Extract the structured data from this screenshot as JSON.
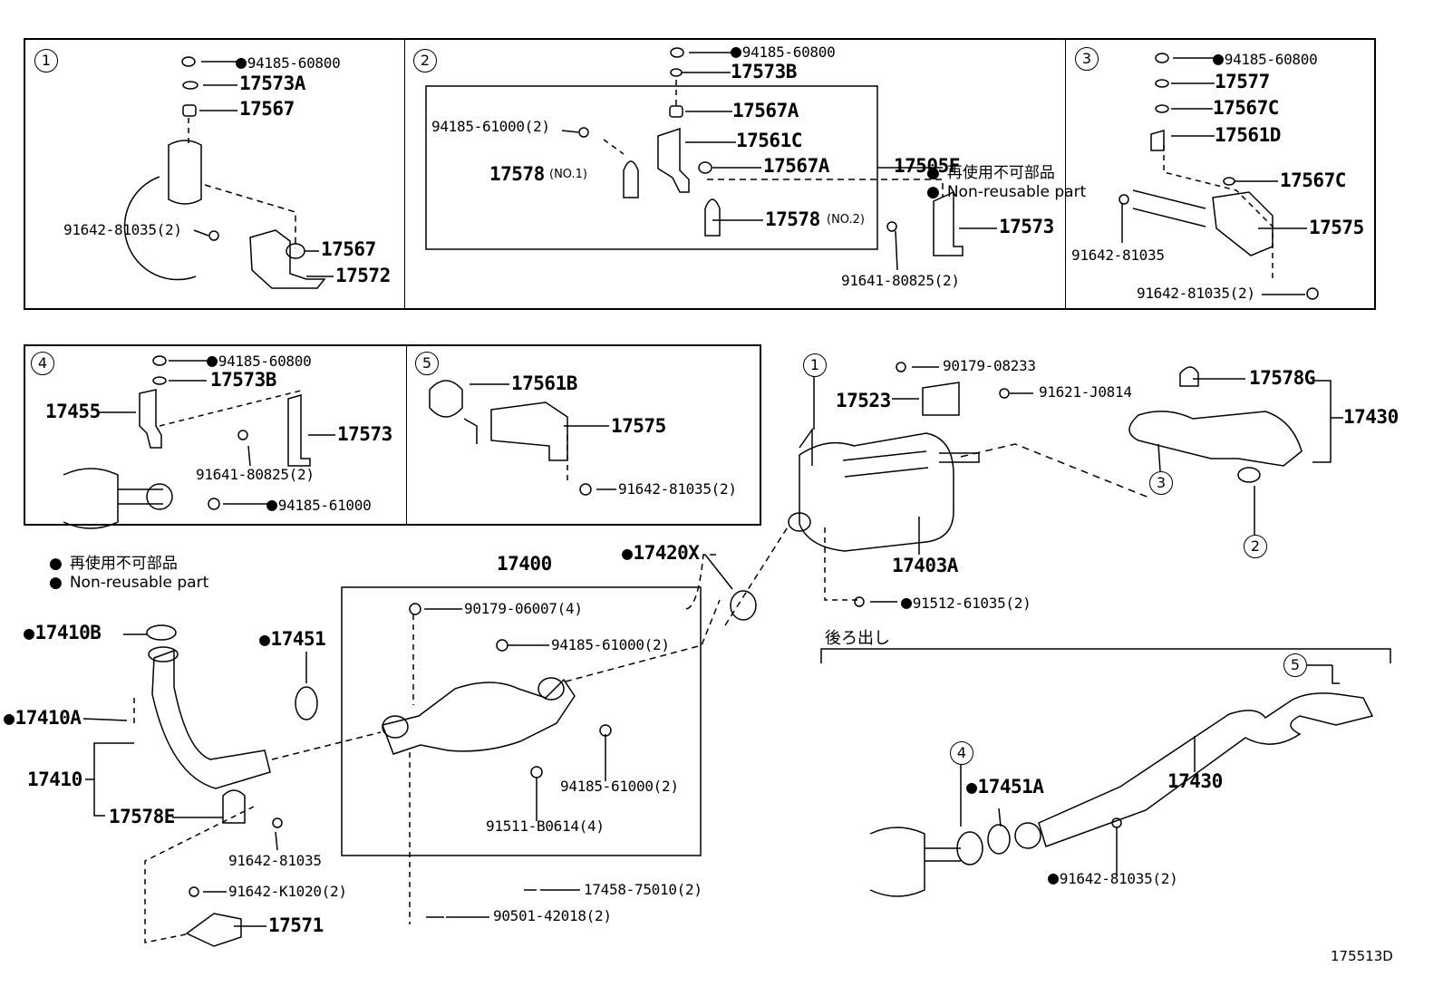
{
  "diagram_code": "175513D",
  "legend": {
    "bullet": "●",
    "japanese": "再使用不可部品",
    "english": "Non-reusable part"
  },
  "callouts": [
    "1",
    "2",
    "3",
    "4",
    "5"
  ],
  "section_label_rear": "後ろ出し",
  "panel1": {
    "p1": "94185-60800",
    "p2": "17573A",
    "p3": "17567",
    "p4": "91642-81035(2)",
    "p5": "17567",
    "p6": "17572"
  },
  "panel2": {
    "p1": "94185-60800",
    "p2": "17573B",
    "p3": "17567A",
    "p4": "94185-61000(2)",
    "p5": "17561C",
    "p6": "17578",
    "p6n": "(NO.1)",
    "p7": "17567A",
    "p8": "17505F",
    "p9": "17578",
    "p9n": "(NO.2)",
    "p10": "17573",
    "p11": "91641-80825(2)"
  },
  "panel3": {
    "p1": "94185-60800",
    "p2": "17577",
    "p3": "17567C",
    "p4": "17561D",
    "p5": "17567C",
    "p6": "91642-81035",
    "p7": "17575",
    "p8": "91642-81035(2)"
  },
  "panel4": {
    "p1": "94185-60800",
    "p2": "17573B",
    "p3": "17455",
    "p4": "17573",
    "p5": "91641-80825(2)",
    "p6": "94185-61000"
  },
  "panel5": {
    "p1": "17561B",
    "p2": "17575",
    "p3": "91642-81035(2)"
  },
  "muffler": {
    "p1": "90179-08233",
    "p2": "17523",
    "p3": "91621-J0814",
    "p4": "17578G",
    "p5": "17430",
    "p6": "17403A",
    "p7": "91512-61035(2)"
  },
  "front": {
    "p17400": "17400",
    "p17420X": "17420X",
    "p17410B": "17410B",
    "p17451": "17451",
    "p17410A": "17410A",
    "p17410": "17410",
    "p17578E": "17578E",
    "p90179": "90179-06007(4)",
    "p94185a": "94185-61000(2)",
    "p94185b": "94185-61000(2)",
    "p91511": "91511-B0614(4)",
    "p91642": "91642-81035",
    "p91642k": "91642-K1020(2)",
    "p17571": "17571",
    "p17458": "17458-75010(2)",
    "p90501": "90501-42018(2)"
  },
  "rear": {
    "p17451A": "17451A",
    "p17430": "17430",
    "p91642": "91642-81035(2)"
  }
}
